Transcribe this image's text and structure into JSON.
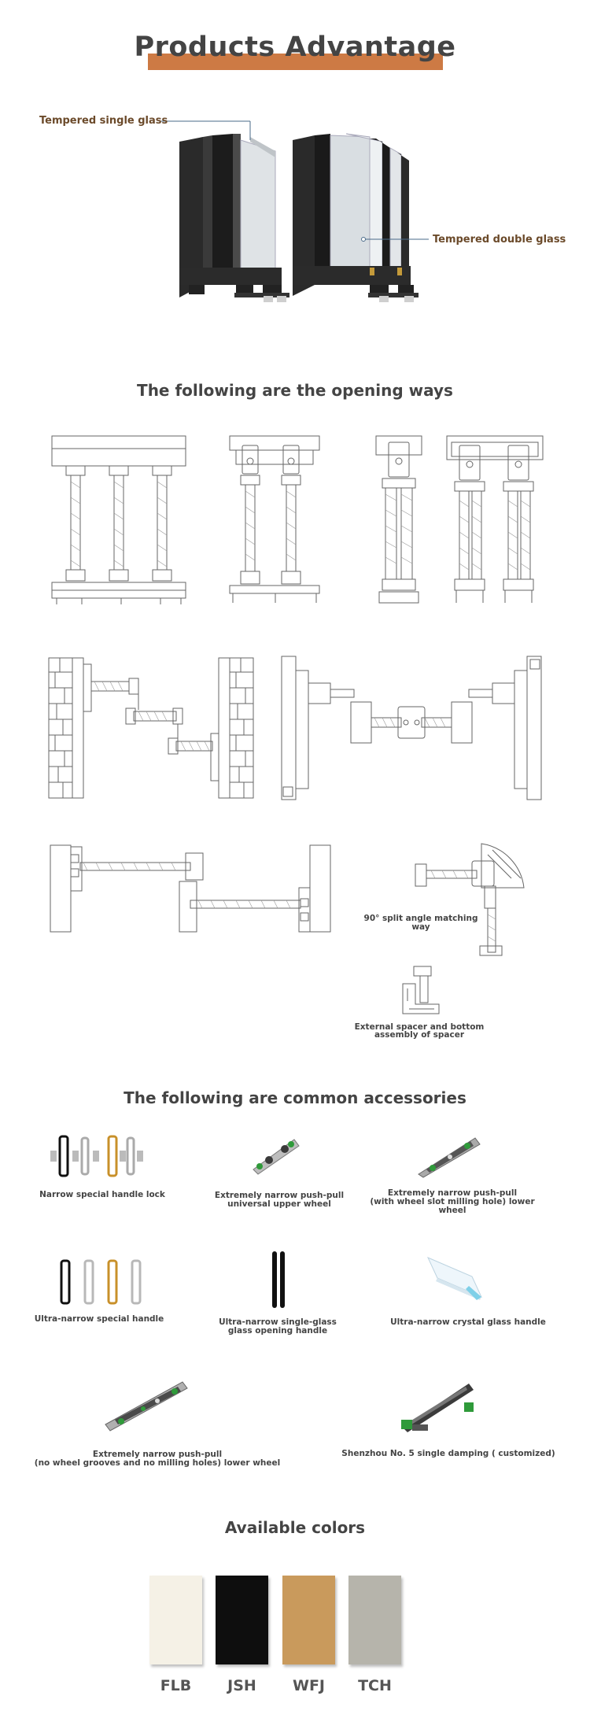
{
  "header": {
    "title": "Products Advantage",
    "bar_color": "#cd7a44"
  },
  "glass_callouts": {
    "single": "Tempered single glass",
    "double": "Tempered double glass"
  },
  "opening_ways": {
    "title": "The following are the opening ways",
    "captions": {
      "angle": "90° split angle matching way",
      "spacer_line1": "External spacer and bottom",
      "spacer_line2": "assembly of spacer"
    }
  },
  "accessories": {
    "title": "The following are common accessories",
    "items": [
      {
        "line1": "Narrow special handle lock",
        "line2": ""
      },
      {
        "line1": "Extremely narrow push-pull",
        "line2": "universal upper wheel"
      },
      {
        "line1": "Extremely narrow push-pull",
        "line2": "(with wheel slot milling hole) lower wheel"
      },
      {
        "line1": "Ultra-narrow special handle",
        "line2": ""
      },
      {
        "line1": "Ultra-narrow single-glass",
        "line2": "glass opening handle"
      },
      {
        "line1": "Ultra-narrow crystal glass handle",
        "line2": ""
      },
      {
        "line1": "Extremely narrow push-pull",
        "line2": "(no wheel grooves and no milling holes) lower wheel"
      },
      {
        "line1": "Shenzhou No. 5 single damping ( customized)",
        "line2": ""
      }
    ]
  },
  "colors": {
    "title": "Available colors",
    "swatches": [
      {
        "code": "FLB",
        "color": "#f5f1e6"
      },
      {
        "code": "JSH",
        "color": "#0e0e0e"
      },
      {
        "code": "WFJ",
        "color": "#c99a5c"
      },
      {
        "code": "TCH",
        "color": "#b6b4ab"
      }
    ]
  }
}
